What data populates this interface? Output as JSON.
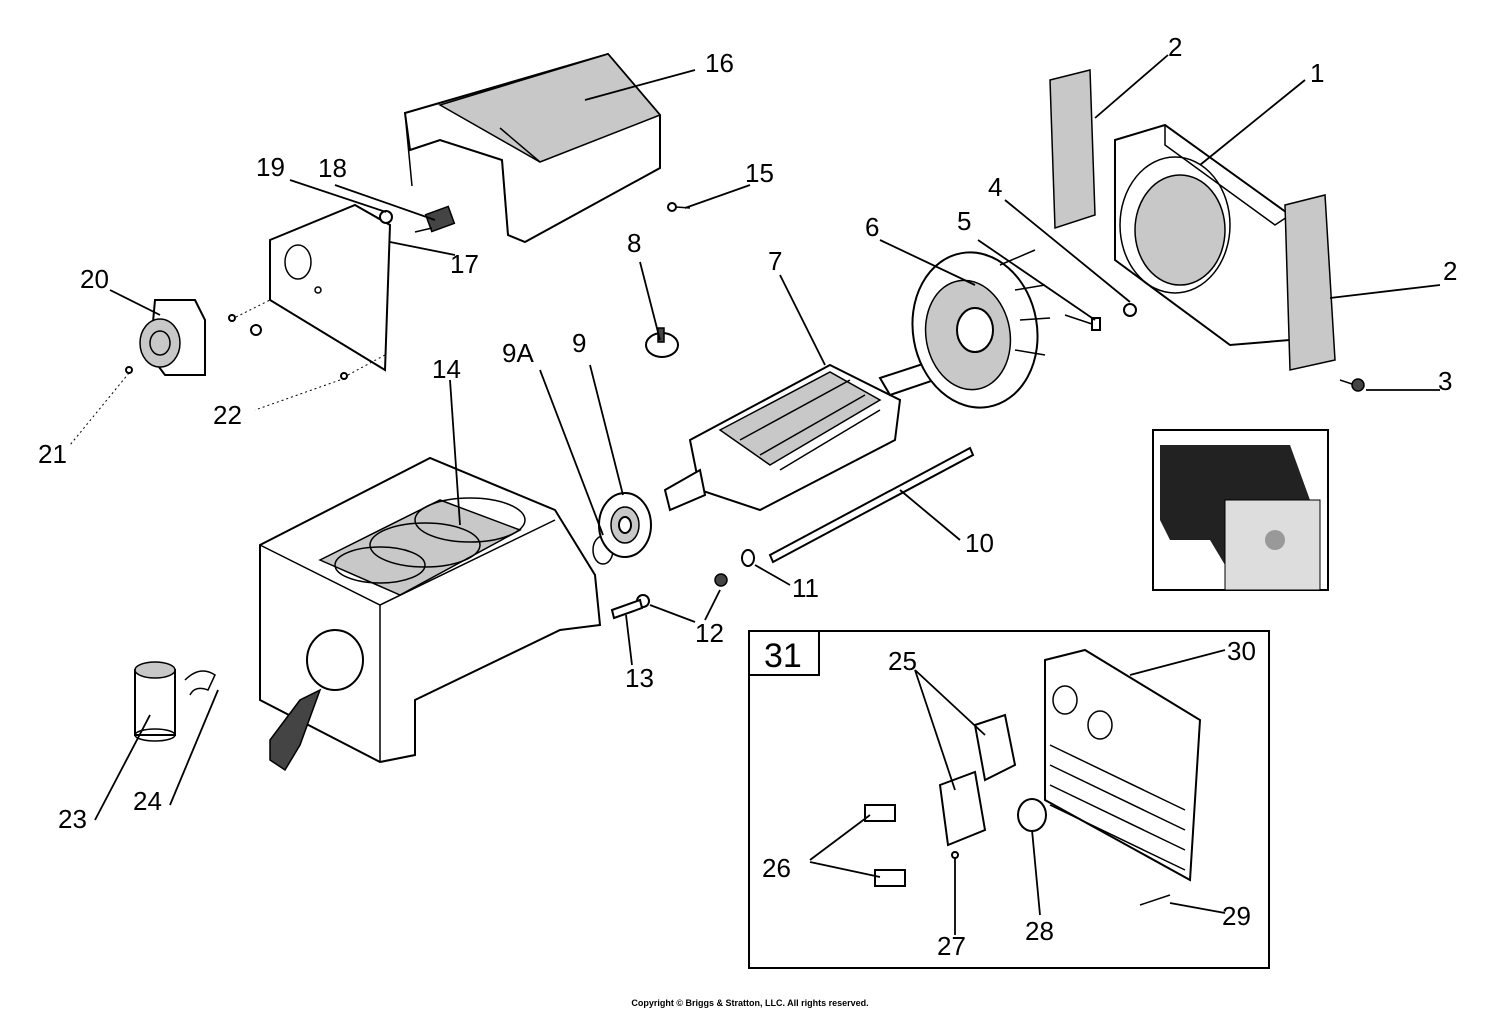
{
  "labels": {
    "l1": "1",
    "l2a": "2",
    "l2b": "2",
    "l3": "3",
    "l4": "4",
    "l5": "5",
    "l6": "6",
    "l7": "7",
    "l8": "8",
    "l9": "9",
    "l9a": "9A",
    "l10": "10",
    "l11": "11",
    "l12": "12",
    "l13": "13",
    "l14": "14",
    "l15": "15",
    "l16": "16",
    "l17": "17",
    "l18": "18",
    "l19": "19",
    "l20": "20",
    "l21": "21",
    "l22": "22",
    "l23": "23",
    "l24": "24",
    "l25": "25",
    "l26": "26",
    "l27": "27",
    "l28": "28",
    "l29": "29",
    "l30": "30",
    "l31": "31"
  },
  "copyright": "Copyright © Briggs & Stratton, LLC. All rights reserved."
}
